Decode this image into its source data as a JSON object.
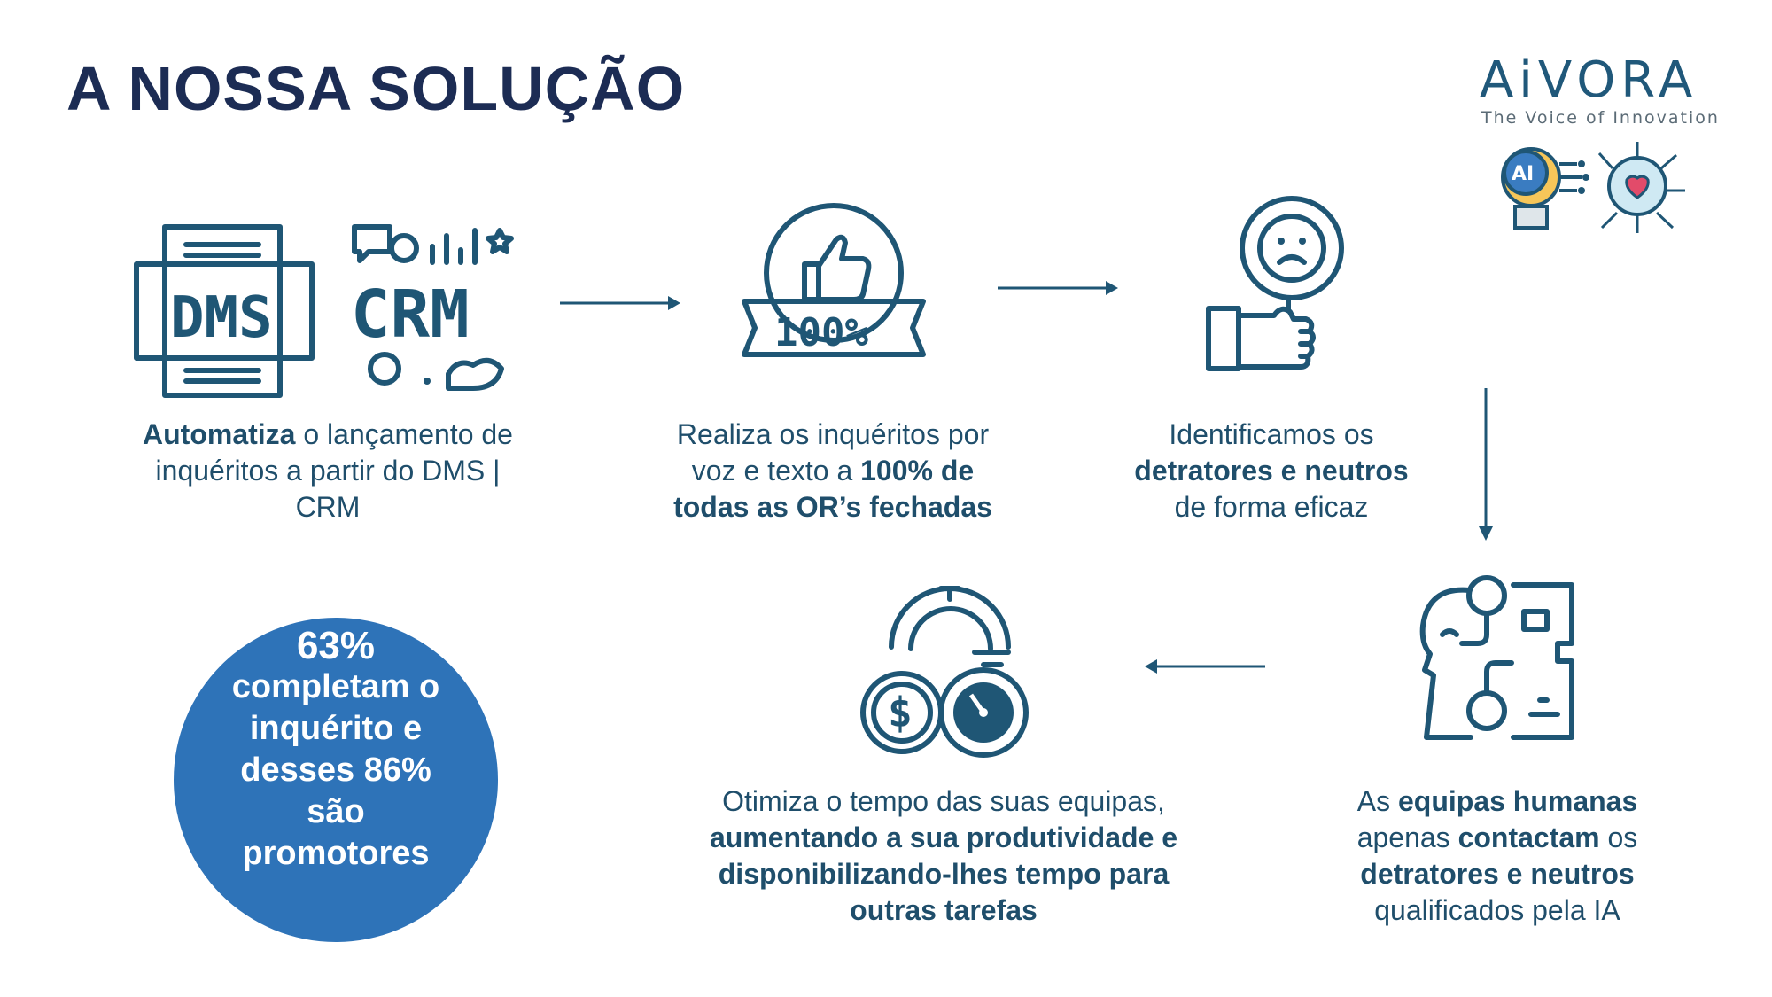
{
  "header": {
    "title": "A NOSSA SOLUÇÃO"
  },
  "logo": {
    "brand": "AiVORA",
    "tagline": "The Voice of Innovation"
  },
  "icons": {
    "dms": "DMS",
    "crm": "CRM",
    "percent": "100%",
    "ai": "AI"
  },
  "steps": [
    {
      "pre": "",
      "strong": "Automatiza",
      "post": " o lançamento de inquéritos a partir do DMS | CRM"
    },
    {
      "pre": "Realiza os inquéritos por voz e texto a ",
      "strong": "100% de todas as OR’s fechadas",
      "post": ""
    },
    {
      "pre": "Identificamos os ",
      "strong": "detratores e neutros",
      "post": " de forma eficaz"
    },
    {
      "pre": "As ",
      "strong": "equipas humanas",
      "mid": " apenas ",
      "strong2": "contactam",
      "mid2": " os ",
      "strong3": "detratores e neutros",
      "post": " qualificados pela IA"
    },
    {
      "pre": "Otimiza o tempo das suas equipas, ",
      "strong": "aumentando a sua produtividade e disponibilizando-lhes tempo para outras tarefas",
      "post": ""
    }
  ],
  "stat": {
    "percent": "63%",
    "line1": "completam o",
    "line2": "inquérito e",
    "line3": "desses 86%",
    "line4": "são",
    "line5": "promotores"
  },
  "colors": {
    "title": "#1c2c54",
    "icon": "#1f5675",
    "circle": "#2e73b8",
    "brand": "#20587a"
  }
}
